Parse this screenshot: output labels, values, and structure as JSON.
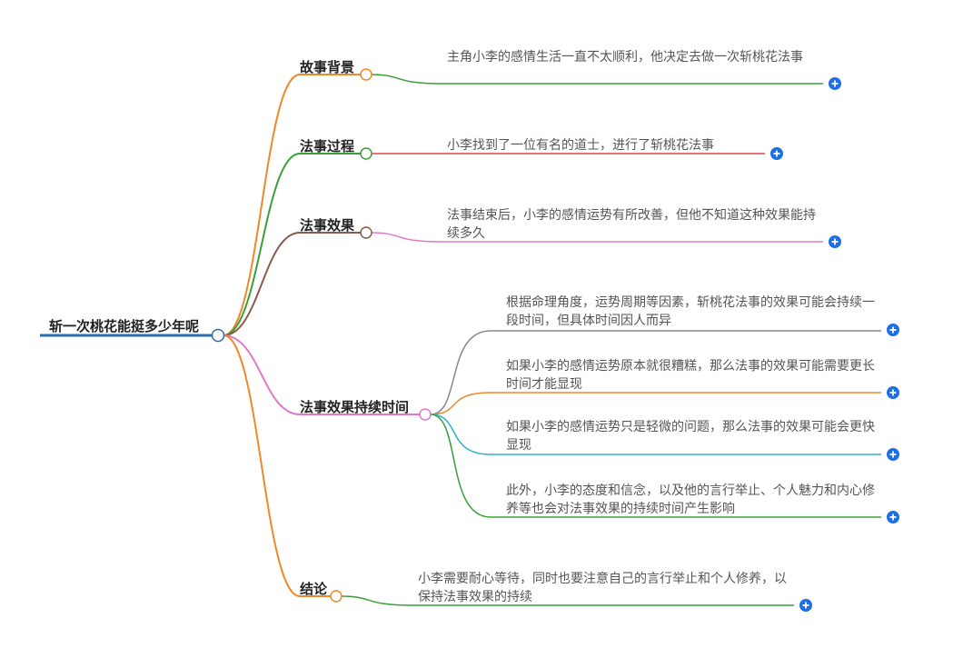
{
  "root": {
    "label": "斩一次桃花能挺多少年呢"
  },
  "branches": [
    {
      "label": "故事背景",
      "color": "#F0882A",
      "leaves": [
        {
          "text": "主角小李的感情生活一直不太顺利，他决定去做一次斩桃花法事",
          "color": "#3AA03A"
        }
      ]
    },
    {
      "label": "法事过程",
      "color": "#3AA03A",
      "leaves": [
        {
          "text": "小李找到了一位有名的道士，进行了斩桃花法事",
          "color": "#E04545"
        }
      ]
    },
    {
      "label": "法事效果",
      "color": "#8B5A4A",
      "leaves": [
        {
          "text": "法事结束后，小李的感情运势有所改善，但他不知道这种效果能持续多久",
          "color": "#E07AC8"
        }
      ]
    },
    {
      "label": "法事效果持续时间",
      "color": "#E07AC8",
      "leaves": [
        {
          "text": "根据命理角度，运势周期等因素，斩桃花法事的效果可能会持续一段时间，但具体时间因人而异",
          "color": "#888888"
        },
        {
          "text": "如果小李的感情运势原本就很糟糕，那么法事的效果可能需要更长时间才能显现",
          "color": "#F0882A"
        },
        {
          "text": "如果小李的感情运势只是轻微的问题，那么法事的效果可能会更快显现",
          "color": "#2BB5C8"
        },
        {
          "text": "此外，小李的态度和信念，以及他的言行举止、个人魅力和内心修养等也会对法事效果的持续时间产生影响",
          "color": "#3AA03A"
        }
      ]
    },
    {
      "label": "结论",
      "color": "#F0882A",
      "leaves": [
        {
          "text": "小李需要耐心等待，同时也要注意自己的言行举止和个人修养，以保持法事效果的持续",
          "color": "#3AA03A"
        }
      ]
    }
  ],
  "colors": {
    "root_underline": "#2B6CB0",
    "expand_button": "#1E6FE6"
  },
  "icons": {
    "expand": "plus-circle-icon",
    "node": "circle-node-icon"
  }
}
